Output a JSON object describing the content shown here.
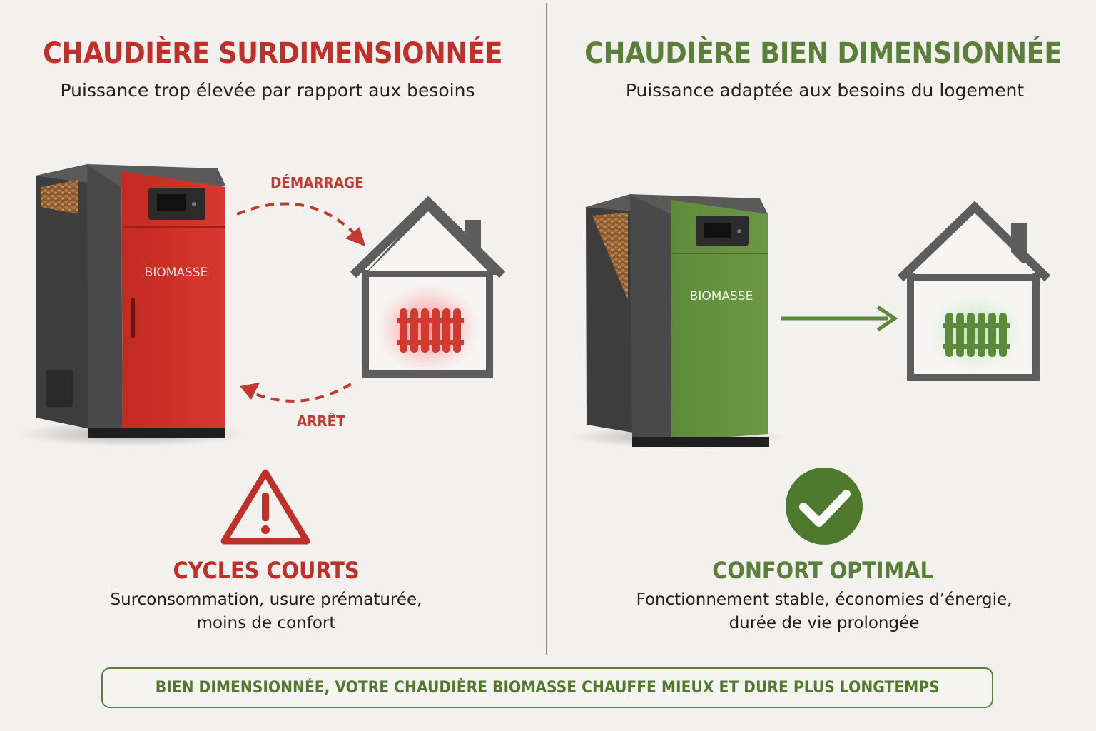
{
  "left": {
    "title": "CHAUDIÈRE SURDIMENSIONNÉE",
    "subtitle": "Puissance trop élevée par rapport aux besoins",
    "boiler_label": "BIOMASSE",
    "flow_start": "DÉMARRAGE",
    "flow_stop": "ARRÊT",
    "result_title": "CYCLES COURTS",
    "result_line1": "Surconsommation, usure prématurée,",
    "result_line2": "moins de confort"
  },
  "right": {
    "title": "CHAUDIÈRE BIEN DIMENSIONNÉE",
    "subtitle": "Puissance adaptée aux besoins du logement",
    "boiler_label": "BIOMASSE",
    "result_title": "CONFORT OPTIMAL",
    "result_line1": "Fonctionnement stable, économies d’énergie,",
    "result_line2": "durée de vie prolongée"
  },
  "banner": {
    "text": "BIEN DIMENSIONNÉE, VOTRE CHAUDIÈRE BIOMASSE CHAUFFE MIEUX ET DURE PLUS LONGTEMPS"
  },
  "colors": {
    "red": "#c0302a",
    "green": "#5a8a3a",
    "dark": "#4a4a4a",
    "background": "#f3f1ee"
  },
  "icons": [
    "warning-icon",
    "check-icon",
    "house-icon",
    "radiator-icon",
    "arrow-icon"
  ]
}
